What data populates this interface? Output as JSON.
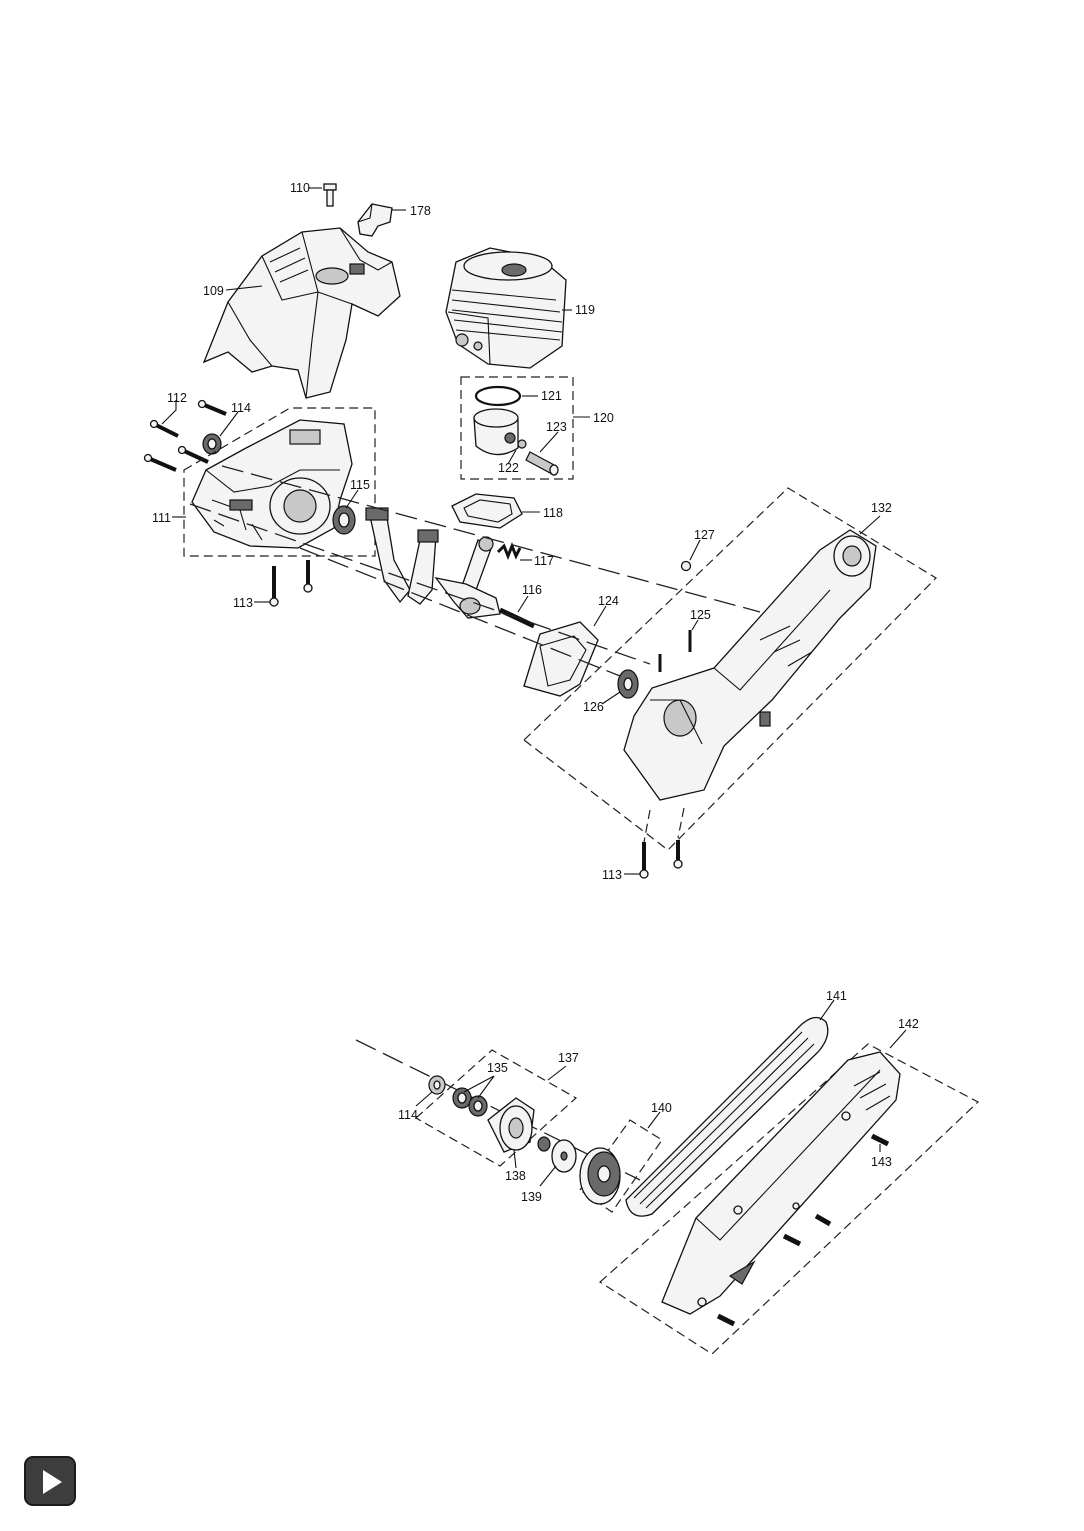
{
  "diagram": {
    "type": "exploded-parts-diagram",
    "part_labels": {
      "p110": "110",
      "p178": "178",
      "p109": "109",
      "p119": "119",
      "p112": "112",
      "p114a": "114",
      "p121": "121",
      "p120": "120",
      "p123": "123",
      "p122": "122",
      "p111": "111",
      "p115": "115",
      "p118": "118",
      "p132": "132",
      "p127": "127",
      "p117": "117",
      "p116": "116",
      "p124": "124",
      "p113a": "113",
      "p125": "125",
      "p126": "126",
      "p113b": "113",
      "p141": "141",
      "p142": "142",
      "p137": "137",
      "p135": "135",
      "p114b": "114",
      "p140": "140",
      "p143": "143",
      "p138": "138",
      "p139": "139"
    }
  },
  "navigation": {
    "next_icon": "play-triangle-icon",
    "button_color": "#3d3d3d"
  }
}
